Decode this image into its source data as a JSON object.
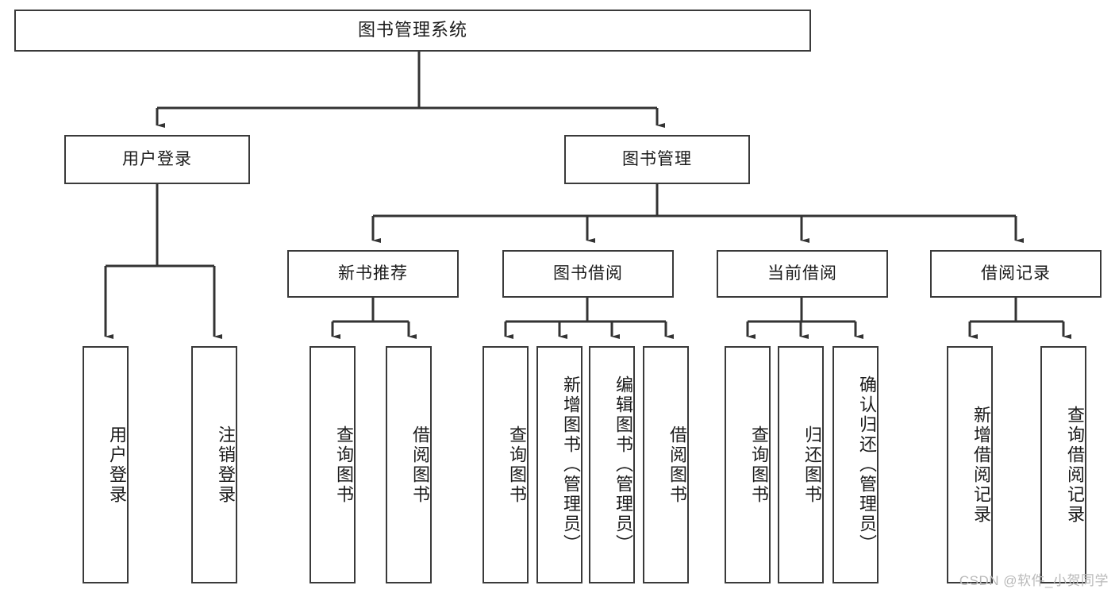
{
  "diagram": {
    "title": "图书管理系统",
    "type": "hierarchy-tree",
    "colors": {
      "box_border": "#3a3a3a",
      "box_fill": "#ffffff",
      "connector": "#333333",
      "text": "#1b1b1b",
      "watermark": "#b9b9b9"
    },
    "root": {
      "label": "图书管理系统"
    },
    "level2": [
      {
        "label": "用户登录"
      },
      {
        "label": "图书管理"
      }
    ],
    "level3": [
      {
        "label": "新书推荐"
      },
      {
        "label": "图书借阅"
      },
      {
        "label": "当前借阅"
      },
      {
        "label": "借阅记录"
      }
    ],
    "leaves": {
      "user_login": [
        {
          "label": "用户登录"
        },
        {
          "label": "注销登录"
        }
      ],
      "new_book": [
        {
          "label": "查询图书"
        },
        {
          "label": "借阅图书"
        }
      ],
      "book_borrow": [
        {
          "label": "查询图书"
        },
        {
          "label": "新增图书（管理员）"
        },
        {
          "label": "编辑图书（管理员）"
        },
        {
          "label": "借阅图书"
        }
      ],
      "current_borrow": [
        {
          "label": "查询图书"
        },
        {
          "label": "归还图书"
        },
        {
          "label": "确认归还（管理员）"
        }
      ],
      "borrow_record": [
        {
          "label": "新增借阅记录"
        },
        {
          "label": "查询借阅记录"
        }
      ]
    },
    "watermark": "CSDN @软件_小贺同学"
  }
}
